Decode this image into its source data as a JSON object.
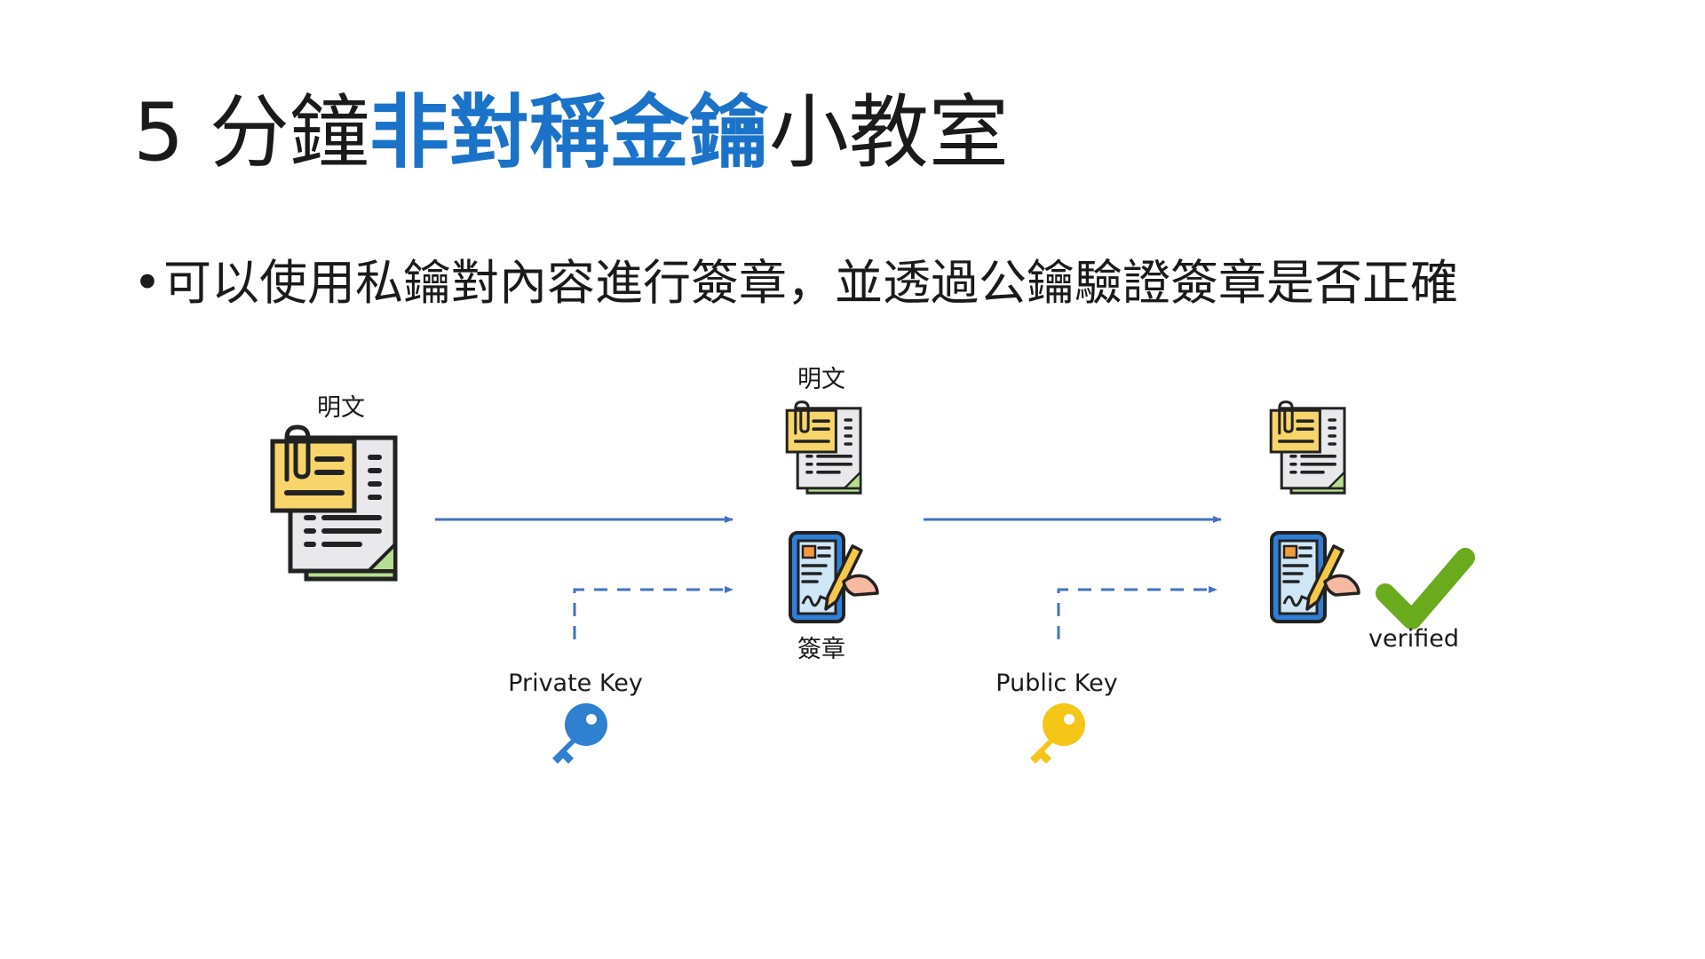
{
  "slide": {
    "title_prefix": "5 分鐘",
    "title_highlight": "非對稱金鑰",
    "title_suffix": "小教室",
    "title_highlight_color": "#1a73c8",
    "bullet_symbol": "•",
    "bullet_text": "可以使用私鑰對內容進行簽章，並透過公鑰驗證簽章是否正確"
  },
  "diagram": {
    "plaintext_label_1": "明文",
    "plaintext_label_2": "明文",
    "signature_label": "簽章",
    "private_key_label": "Private Key",
    "public_key_label": "Public Key",
    "verified_label": "verified",
    "arrow_color": "#4472c4",
    "private_key_color": "#2f80d1",
    "public_key_color": "#f5c518",
    "check_color": "#6aab1e",
    "icons": [
      "document-icon",
      "document-icon",
      "document-icon",
      "signed-tablet-icon",
      "signed-tablet-icon",
      "key-icon",
      "key-icon",
      "checkmark-icon"
    ]
  }
}
